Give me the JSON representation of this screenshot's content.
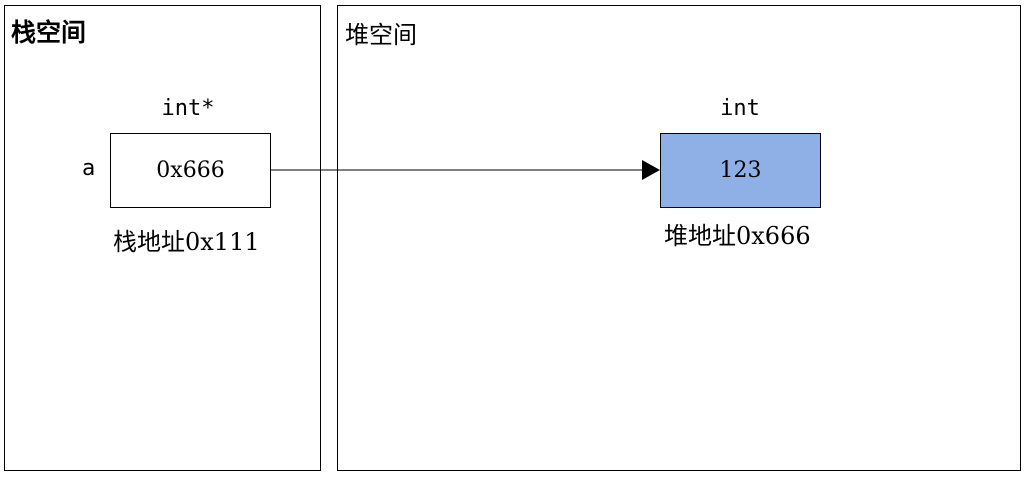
{
  "stack_region": {
    "title": "栈空间"
  },
  "heap_region": {
    "title": "堆空间"
  },
  "pointer_variable": {
    "type": "int*",
    "name": "a",
    "value": "0x666",
    "address": "栈地址0x111"
  },
  "heap_object": {
    "type": "int",
    "value": "123",
    "address": "堆地址0x666",
    "fill_color": "#8EB0E6"
  }
}
